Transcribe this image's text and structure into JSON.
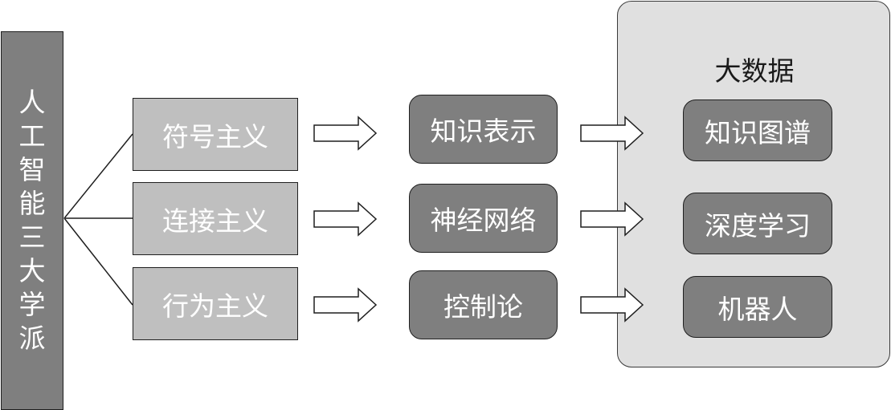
{
  "root": {
    "chars": [
      "人",
      "工",
      "智",
      "能",
      "三",
      "大",
      "学",
      "派"
    ]
  },
  "schools": [
    "符号主义",
    "连接主义",
    "行为主义"
  ],
  "methods": [
    "知识表示",
    "神经网络",
    "控制论"
  ],
  "bigdata": {
    "title": "大数据",
    "apps": [
      "知识图谱",
      "深度学习",
      "机器人"
    ]
  },
  "colors": {
    "dark_box": "#7f7f7f",
    "light_box": "#bfbfbf",
    "container": "#e0e0e0",
    "text_on_box": "#ffffff",
    "border": "#1f1f1f"
  }
}
